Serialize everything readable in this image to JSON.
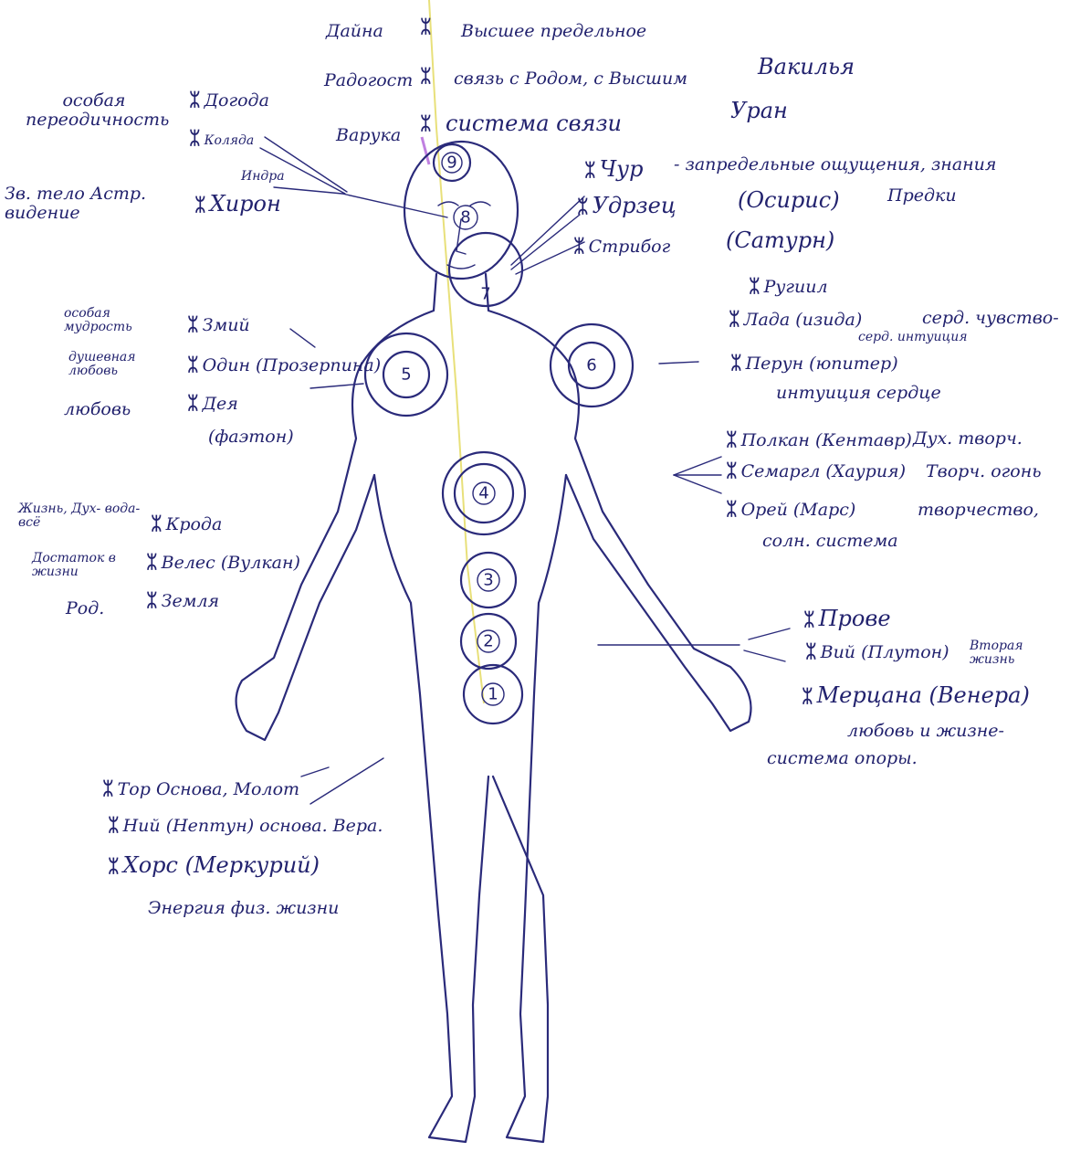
{
  "glyph_mark": "ᛯ",
  "chakras": [
    {
      "id": "1",
      "label": "1"
    },
    {
      "id": "2",
      "label": "2"
    },
    {
      "id": "3",
      "label": "3"
    },
    {
      "id": "4",
      "label": "4"
    },
    {
      "id": "5",
      "label": "5"
    },
    {
      "id": "6",
      "label": "6"
    },
    {
      "id": "7",
      "label": "7"
    },
    {
      "id": "8",
      "label": "8"
    },
    {
      "id": "9",
      "label": "9"
    }
  ],
  "top": {
    "dayna": "Дайна",
    "dayna_desc": "Высшее предельное",
    "radogost": "Радогост",
    "radogost_desc": "связь с Родом, с Высшим",
    "vakiliya": "Вакилья",
    "varuka": "Варука",
    "varuka_desc": "система связи",
    "uran": "Уран"
  },
  "head_left": {
    "note1": "особая переодичность",
    "dogoda": "Догода",
    "kolyada": "Коляда",
    "indra": "Индра",
    "note2": "Зв. тело Астр. видение",
    "chiron": "Хирон"
  },
  "head_right": {
    "chur": "Чур",
    "chur_desc": "- запредельные ощущения, знания",
    "udrzets": "Удрзец",
    "osiris": "(Осирис)",
    "predki": "Предки",
    "stribog": "Стрибог",
    "saturn": "(Сатурн)"
  },
  "left_chest": {
    "note1": "особая мудрость",
    "zmiy": "Змий",
    "note2": "душевная любовь",
    "odin": "Один (Прозерпина)",
    "note3": "любовь",
    "deya": "Дея",
    "faeton": "(фаэтон)"
  },
  "right_chest": {
    "ruguil": "Ругиил",
    "lada": "Лада (изида)",
    "lada_desc": "серд. чувство-",
    "lada_desc2": "серд. интуиция",
    "perun": "Перун (юпитер)",
    "perun_desc": "интуиция сердце"
  },
  "right_mid": {
    "polkan": "Полкан (Кентавр)",
    "polkan_desc": "Дух. творч.",
    "semargl": "Семаргл (Хаурия)",
    "semargl_desc": "Творч. огонь",
    "orey": "Орей (Марс)",
    "orey_desc": "творчество,",
    "orey_desc2": "солн. система"
  },
  "left_mid": {
    "note1": "Жизнь, Дух- вода- всё",
    "kroda": "Крода",
    "note2": "Достаток в жизни",
    "veles": "Велес (Вулкан)",
    "note3": "Род.",
    "zemlya": "Земля"
  },
  "right_low": {
    "prove": "Прове",
    "viy": "Вий (Плутон)",
    "viy_desc": "Вторая жизнь",
    "mertsana": "Мерцана (Венера)",
    "mertsana_desc": "любовь и жизне-",
    "mertsana_desc2": "система опоры."
  },
  "bottom": {
    "tor": "Тор",
    "tor_desc": "Основа, Молот",
    "niy": "Ний (Нептун)",
    "niy_desc": "основа. Вера.",
    "khors": "Хорс (Меркурий)",
    "khors_desc": "Энергия физ. жизни"
  }
}
